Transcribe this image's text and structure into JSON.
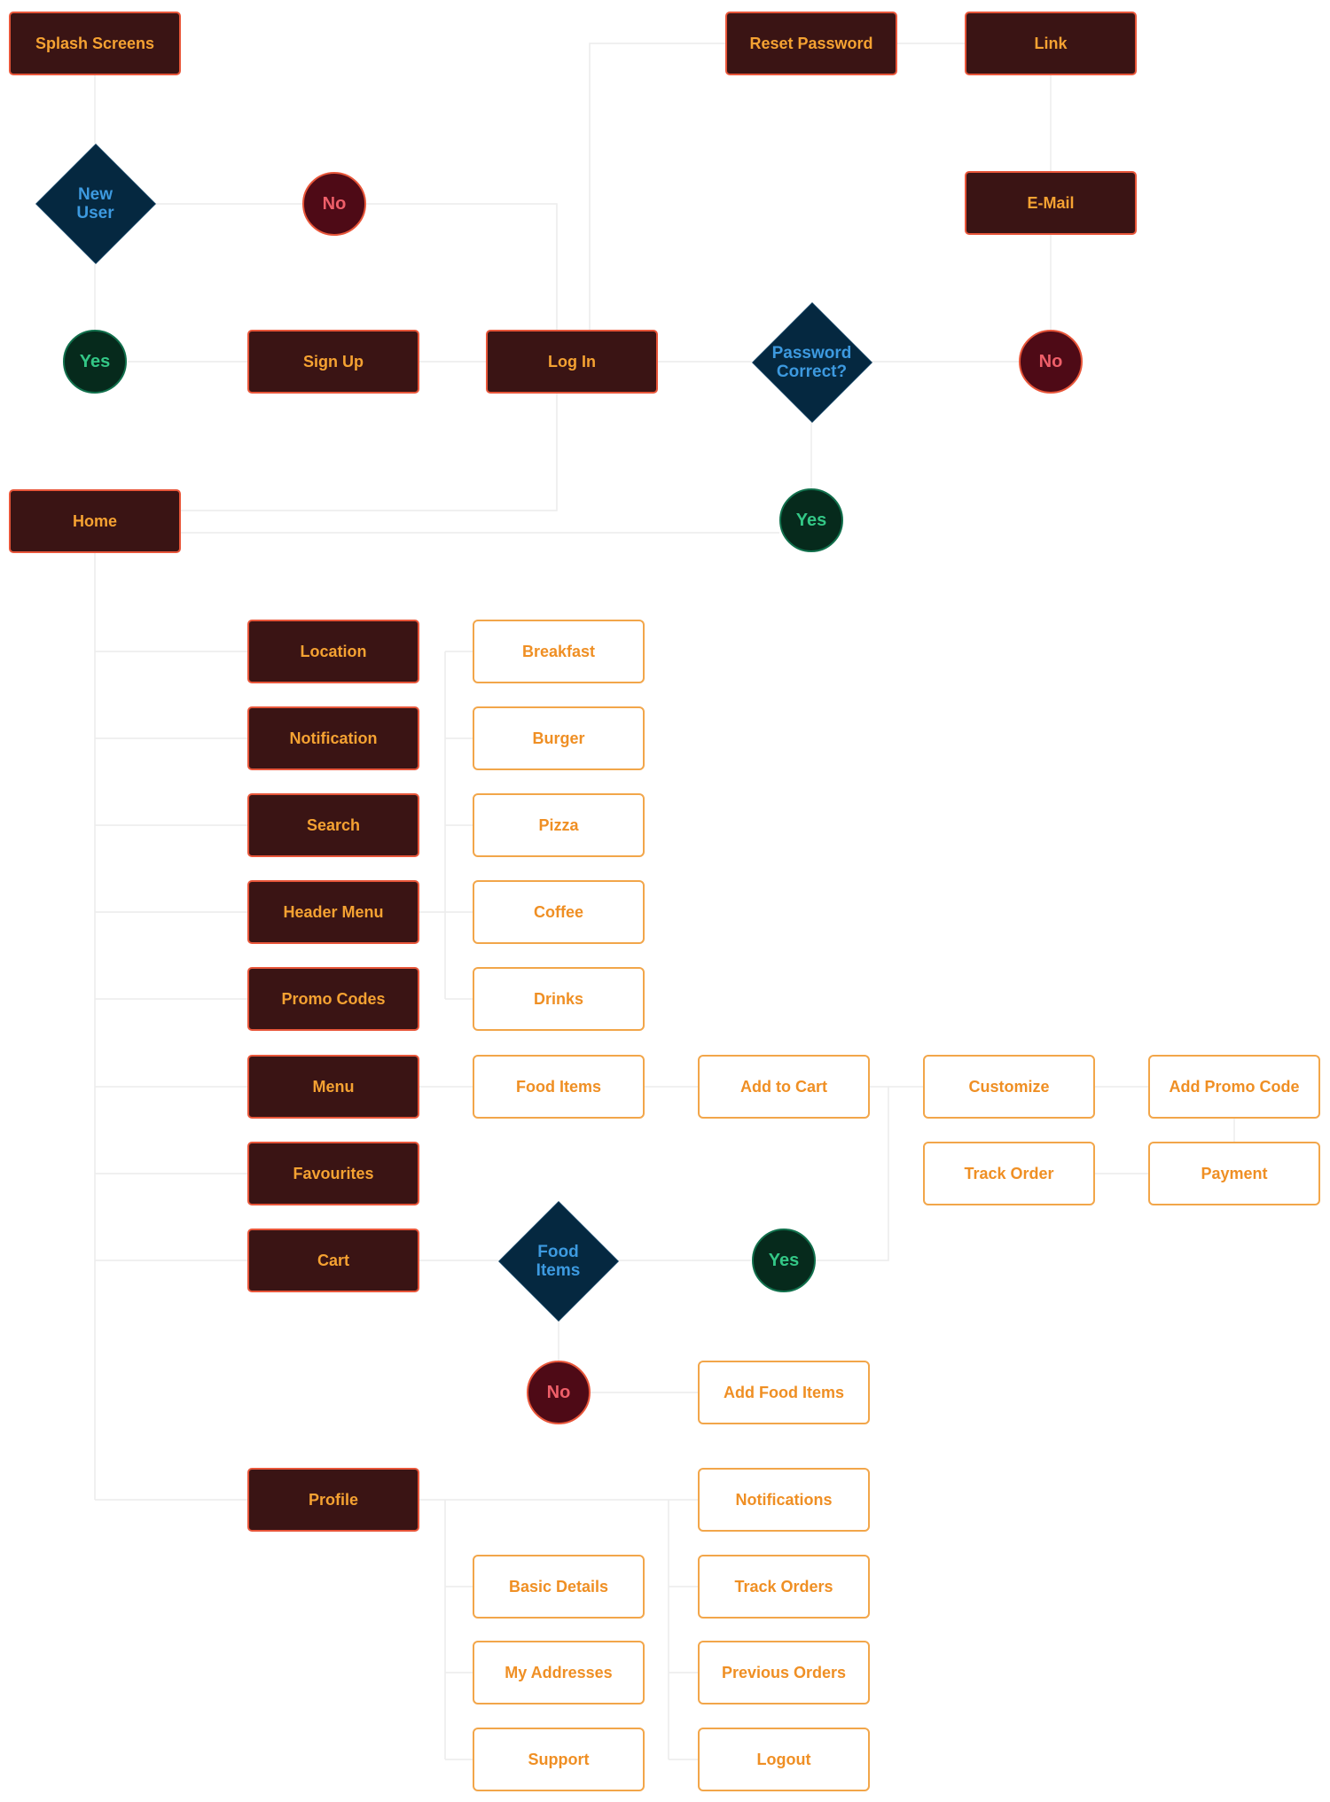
{
  "nodes": {
    "splash": "Splash Screens",
    "new_user": [
      "New",
      "User"
    ],
    "no_new_user": "No",
    "yes_new_user": "Yes",
    "sign_up": "Sign Up",
    "log_in": "Log In",
    "password_correct": [
      "Password",
      "Correct?"
    ],
    "no_password": "No",
    "yes_password": "Yes",
    "email": "E-Mail",
    "link": "Link",
    "reset_password": "Reset Password",
    "home": "Home",
    "home_items": [
      "Location",
      "Notification",
      "Search",
      "Header Menu",
      "Promo Codes",
      "Menu",
      "Favourites",
      "Cart"
    ],
    "categories": [
      "Breakfast",
      "Burger",
      "Pizza",
      "Coffee",
      "Drinks"
    ],
    "food_items": "Food Items",
    "add_to_cart": "Add to Cart",
    "customize": "Customize",
    "add_promo_code": "Add Promo Code",
    "payment": "Payment",
    "track_order": "Track Order",
    "food_items_check": [
      "Food",
      "Items"
    ],
    "yes_food": "Yes",
    "no_food": "No",
    "add_food_items": "Add Food Items",
    "profile": "Profile",
    "profile_left": [
      "Basic Details",
      "My Addresses",
      "Support"
    ],
    "profile_right": [
      "Notifications",
      "Track Orders",
      "Previous Orders",
      "Logout"
    ]
  },
  "colors": {
    "dark_fill": "#3a1414",
    "dark_border": "#e8563a",
    "label_orange": "#f5a232",
    "light_border": "#f2a64a",
    "diamond_fill": "#052840",
    "diamond_text": "#3d9ae0",
    "no_fill": "#4e0a16",
    "yes_fill": "#062a1c",
    "yes_text": "#33c786",
    "connector": "#ececec"
  }
}
